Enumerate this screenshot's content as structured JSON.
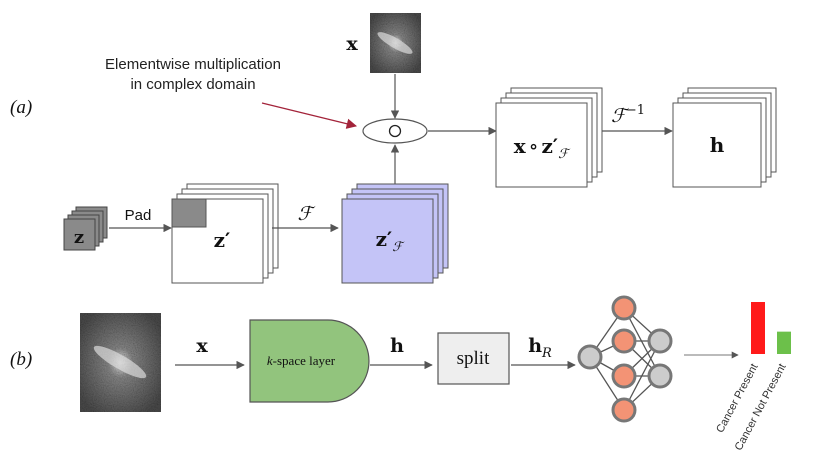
{
  "panels": {
    "a": "(a)",
    "b": "(b)"
  },
  "annotation": {
    "line1": "Elementwise multiplication",
    "line2": "in complex domain"
  },
  "top": {
    "x_symbol": "x",
    "z_symbol": "z",
    "pad_label": "Pad",
    "z_prime": "z′",
    "fourier_label": "ℱ",
    "z_prime_f": "z′",
    "z_prime_f_sub": "ℱ",
    "multiply_glyph": "○",
    "product_x": "x",
    "product_op": "∘",
    "product_z": "z′",
    "product_sub": "ℱ",
    "inverse_label": "ℱ",
    "inverse_sup": "−1",
    "h_symbol": "h"
  },
  "bottom": {
    "x_symbol": "x",
    "kspace_k": "k",
    "kspace_rest": "-space layer",
    "h_symbol": "h",
    "split_label": "split",
    "hr_symbol": "h",
    "hr_sub": "R",
    "bar_labels": [
      "Cancer Present",
      "Cancer Not Present"
    ]
  },
  "colors": {
    "stack_gray": "#8a8a8a",
    "stack_purple": "#c4c4f7",
    "kspace_green": "#92c47d",
    "split_gray": "#eeeeee",
    "node_orange": "#f39375",
    "node_gray": "#cccccc",
    "bar_red": "#ff1a1a",
    "bar_green": "#6cc04a",
    "annotation_arrow": "#a3233a"
  },
  "chart_data": {
    "type": "bar",
    "categories": [
      "Cancer Present",
      "Cancer Not Present"
    ],
    "values": [
      1.0,
      0.43
    ]
  }
}
